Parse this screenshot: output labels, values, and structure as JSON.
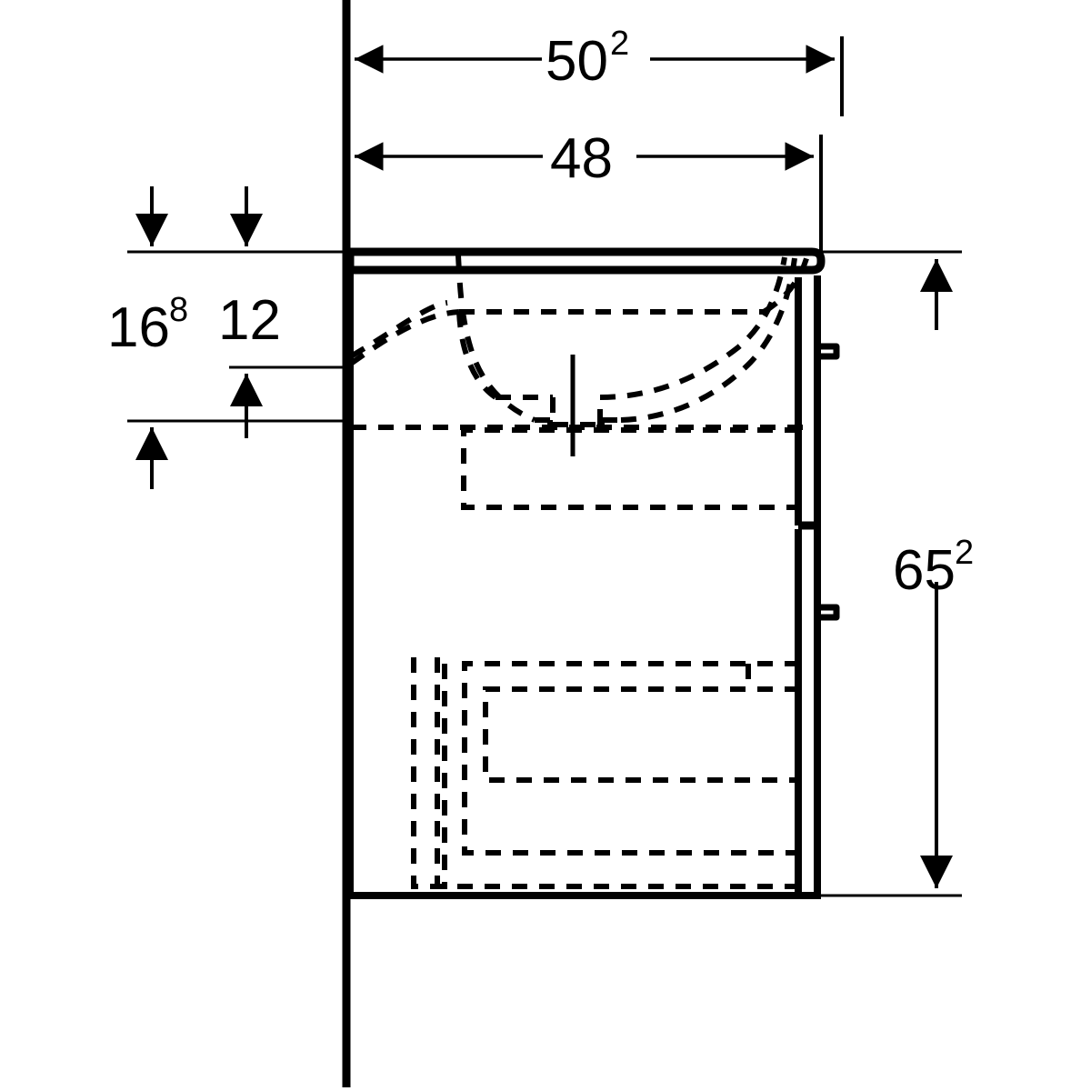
{
  "drawing": {
    "title": "Washbasin cabinet technical elevation drawing",
    "type": "technical-line-drawing",
    "units": "cm",
    "background_color": "#ffffff",
    "line_color": "#000000"
  },
  "dimensions": {
    "width_overall": {
      "value": "50",
      "superscript": "2",
      "label_full": "50²",
      "orientation": "horizontal",
      "position": "top"
    },
    "width_cabinet": {
      "value": "48",
      "superscript": "",
      "label_full": "48",
      "orientation": "horizontal",
      "position": "top"
    },
    "height_basin_front": {
      "value": "16",
      "superscript": "8",
      "label_full": "16⁸",
      "orientation": "vertical",
      "position": "left"
    },
    "height_inset": {
      "value": "12",
      "superscript": "",
      "label_full": "12",
      "orientation": "vertical",
      "position": "left"
    },
    "height_overall": {
      "value": "65",
      "superscript": "2",
      "label_full": "65²",
      "orientation": "vertical",
      "position": "right"
    }
  },
  "components": {
    "wall": "wall-section-line",
    "countertop": "washbasin-top-profile",
    "basin_bowl": "basin-bowl-hidden-outline",
    "drain": "drain-outlet-hidden-outline",
    "cabinet_body": "cabinet-carcass-outline",
    "upper_drawer": "upper-drawer-hidden-outline",
    "lower_drawer": "lower-drawer-hidden-outline",
    "handle_upper": "upper-drawer-handle",
    "handle_lower": "lower-drawer-handle",
    "centre_line": "basin-centre-line"
  }
}
